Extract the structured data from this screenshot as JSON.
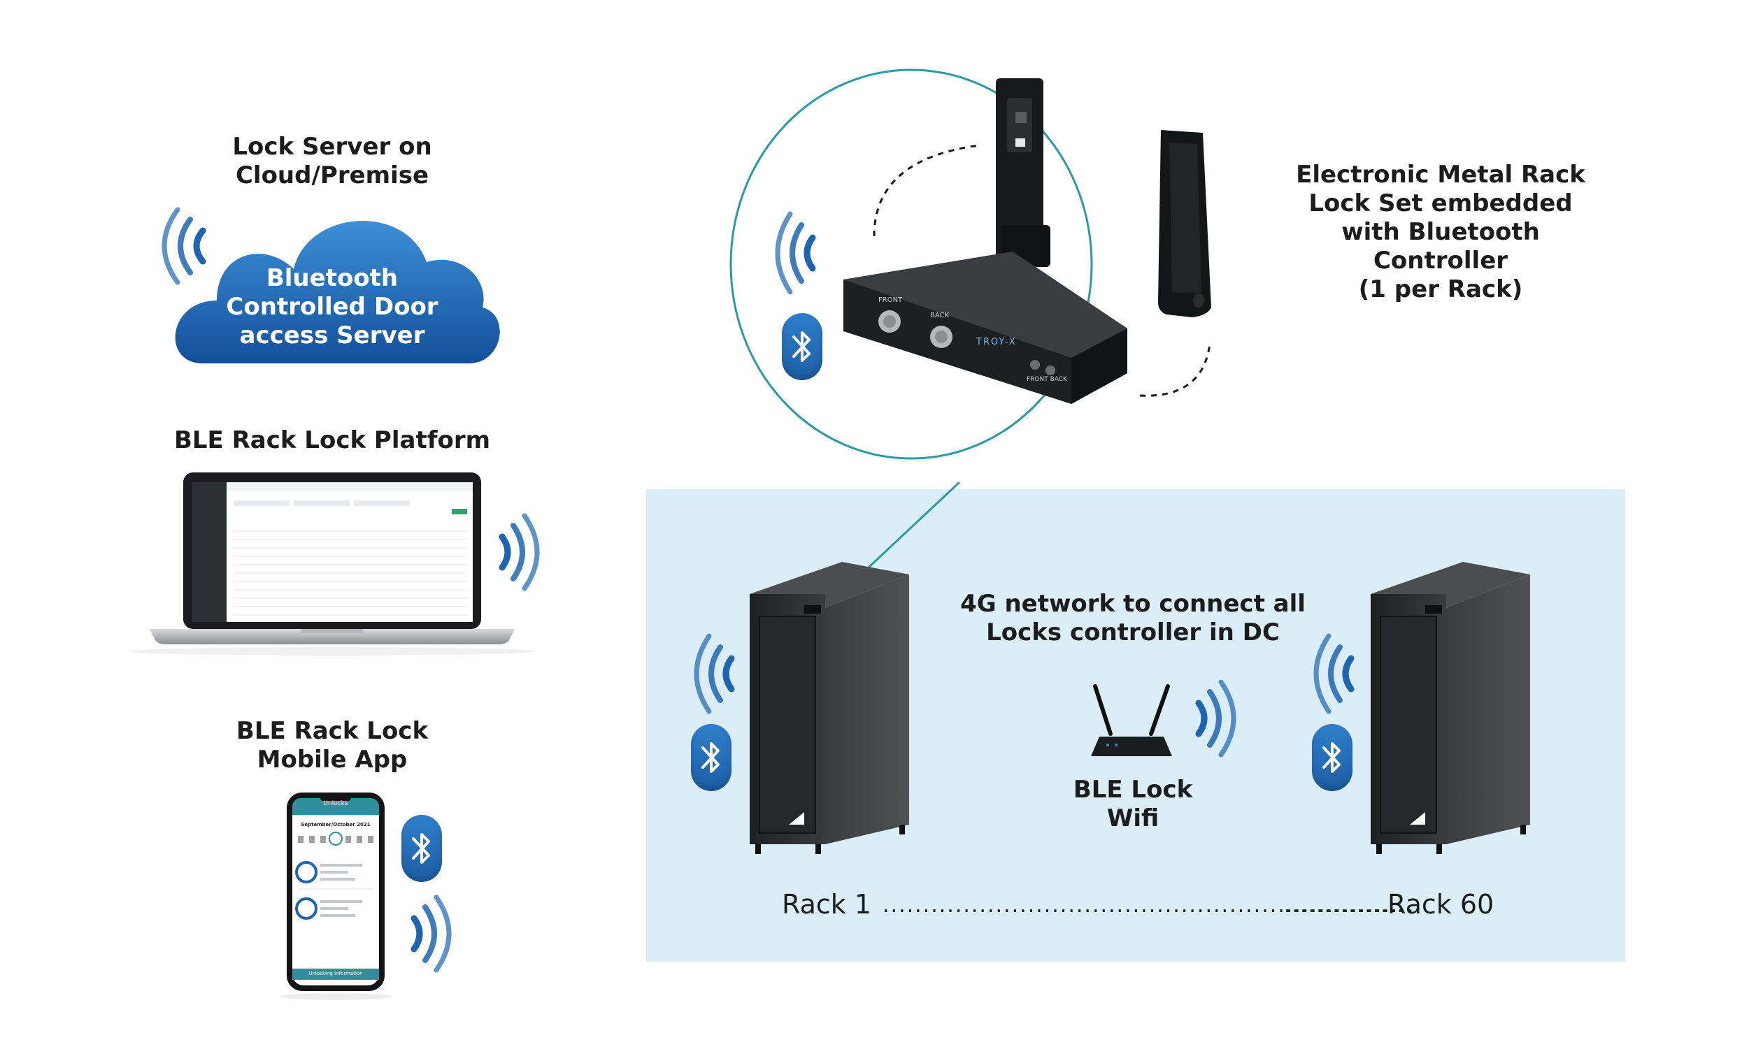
{
  "server": {
    "title_line1": "Lock Server on",
    "title_line2": "Cloud/Premise",
    "cloud_line1": "Bluetooth",
    "cloud_line2": "Controlled Door",
    "cloud_line3": "access Server"
  },
  "platform": {
    "title": "BLE Rack Lock Platform"
  },
  "mobile": {
    "title_line1": "BLE Rack Lock",
    "title_line2": "Mobile App",
    "app_header": "Unlocks",
    "calendar_title": "September/October 2021",
    "bottom_bar": "Unlocking Information"
  },
  "lockset": {
    "line1": "Electronic Metal Rack",
    "line2": "Lock Set embedded",
    "line3": "with Bluetooth",
    "line4": "Controller",
    "line5": "(1 per Rack)",
    "key_label_front": "FRONT",
    "key_label_back": "BACK",
    "brand": "TROY-X",
    "port_label": "FRONT BACK"
  },
  "network": {
    "line1": "4G network to connect all",
    "line2": "Locks controller in DC"
  },
  "wifi": {
    "line1": "BLE Lock",
    "line2": "Wifi"
  },
  "racks": {
    "first": "Rack 1",
    "last": "Rack 60",
    "dots_long": "..................................................................",
    "dots_short": "..............."
  },
  "colors": {
    "bluetooth_blue": "#1e64b0",
    "teal_outline": "#2a9aa8",
    "panel_bg": "#dbeef7",
    "rack_dark": "#2d2e30"
  },
  "icons": [
    "bluetooth-icon",
    "signal-waves-icon",
    "cloud-icon",
    "laptop-icon",
    "phone-icon",
    "router-icon",
    "rack-cabinet-icon"
  ]
}
